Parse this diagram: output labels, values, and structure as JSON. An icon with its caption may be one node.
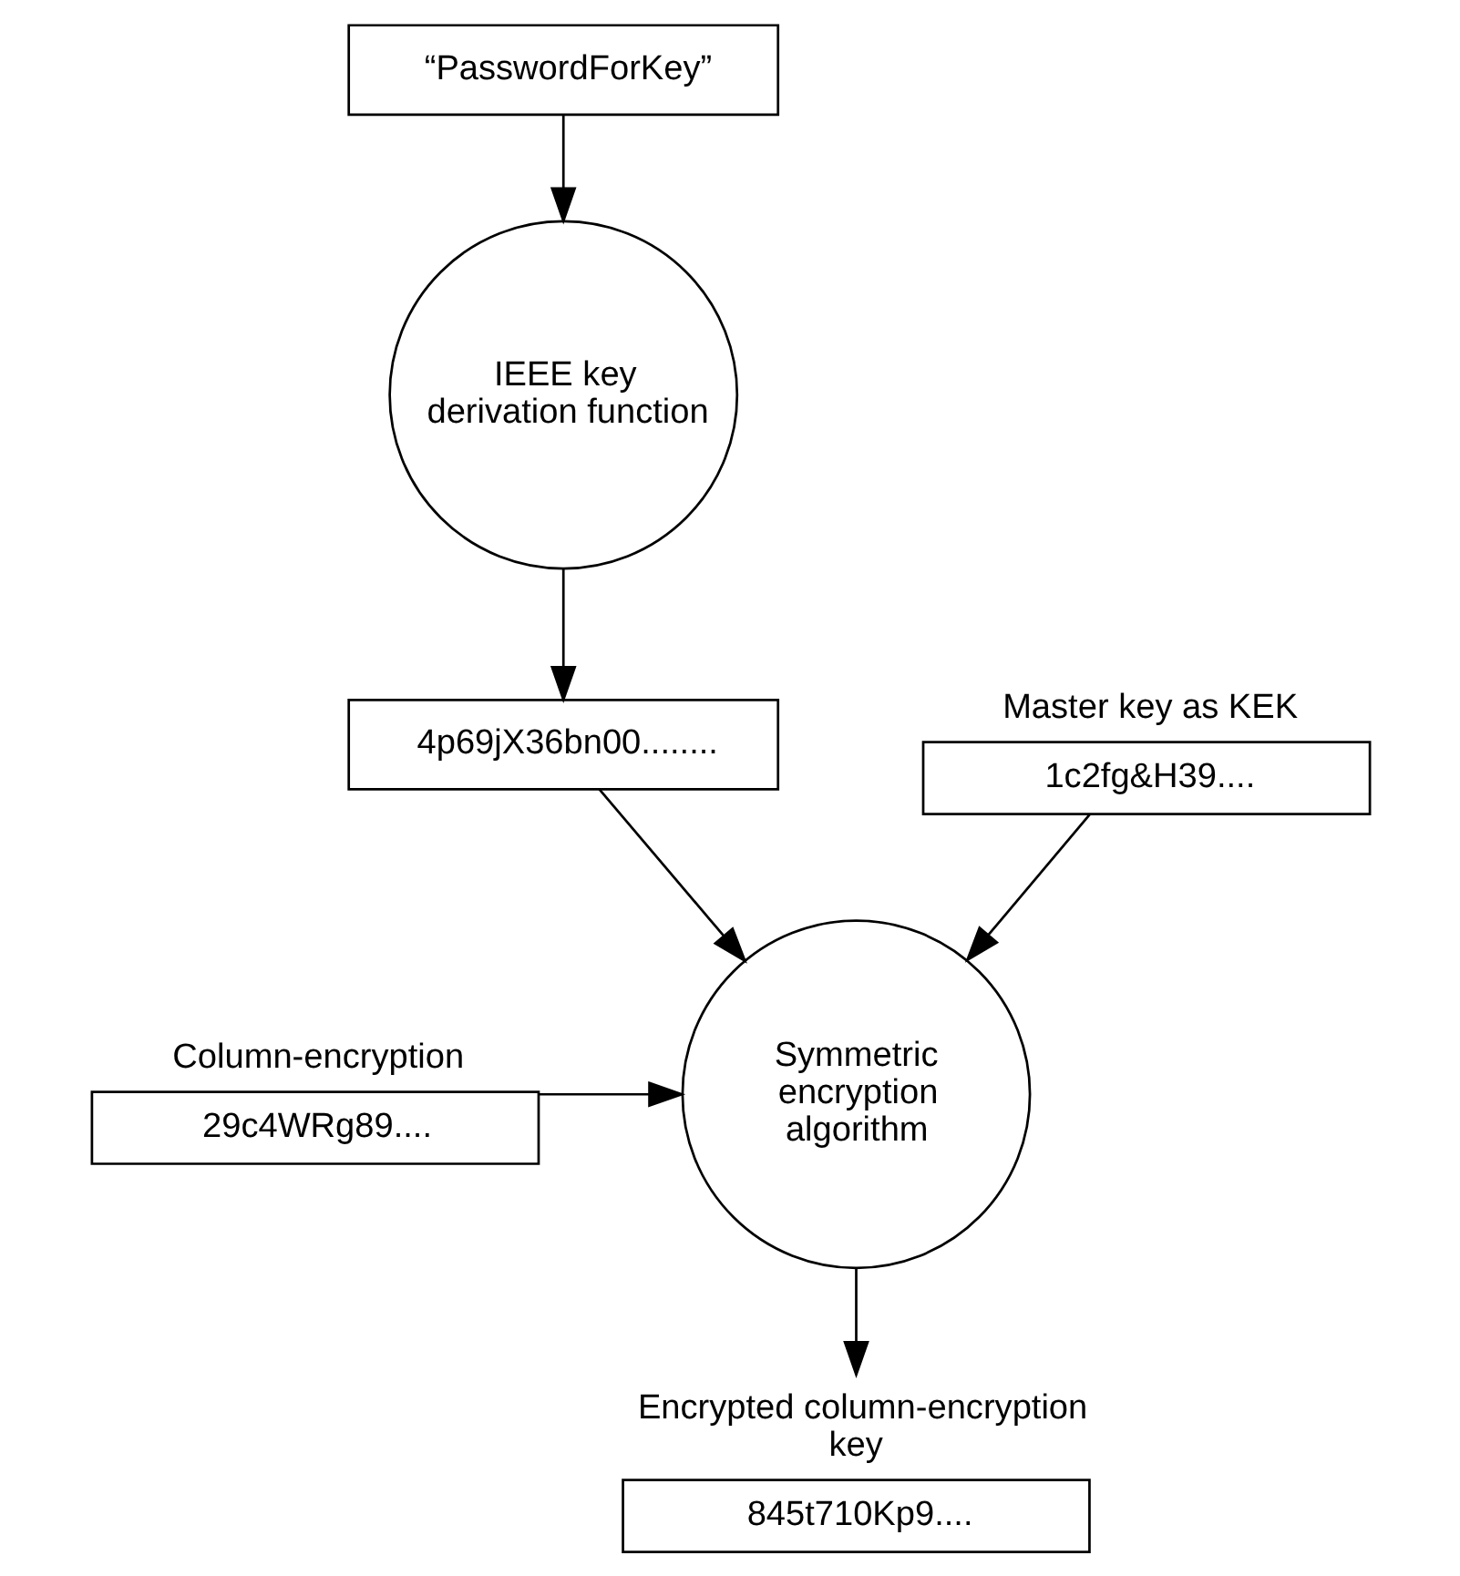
{
  "diagram": {
    "nodes": [
      {
        "text": [
          "“PasswordForKey”"
        ]
      },
      {
        "text": [
          "IEEE key derivation function"
        ]
      },
      {
        "text": [
          "4p69jX36bn00........"
        ]
      },
      {
        "text": [
          "1c2fg&H39...."
        ],
        "beside": [
          "Master key as KEK"
        ]
      },
      {
        "text": [
          "29c4WRg89...."
        ],
        "beside": [
          "Column-encryption"
        ]
      },
      {
        "text": [
          "Symmetric encryption algorithm"
        ]
      },
      {
        "text": [
          "845t710Kp9...."
        ],
        "beside": [
          "Encrypted column-encryption key"
        ]
      }
    ],
    "edges": [
      {
        "from": 0,
        "to": 1,
        "arrow": "to"
      },
      {
        "from": 1,
        "to": 2,
        "arrow": "to"
      },
      {
        "from": 2,
        "to": 5,
        "arrow": "to"
      },
      {
        "from": 3,
        "to": 5,
        "arrow": "to"
      },
      {
        "from": 4,
        "to": 5,
        "arrow": "to"
      },
      {
        "from": 5,
        "to": 6,
        "arrow": "to"
      }
    ]
  }
}
